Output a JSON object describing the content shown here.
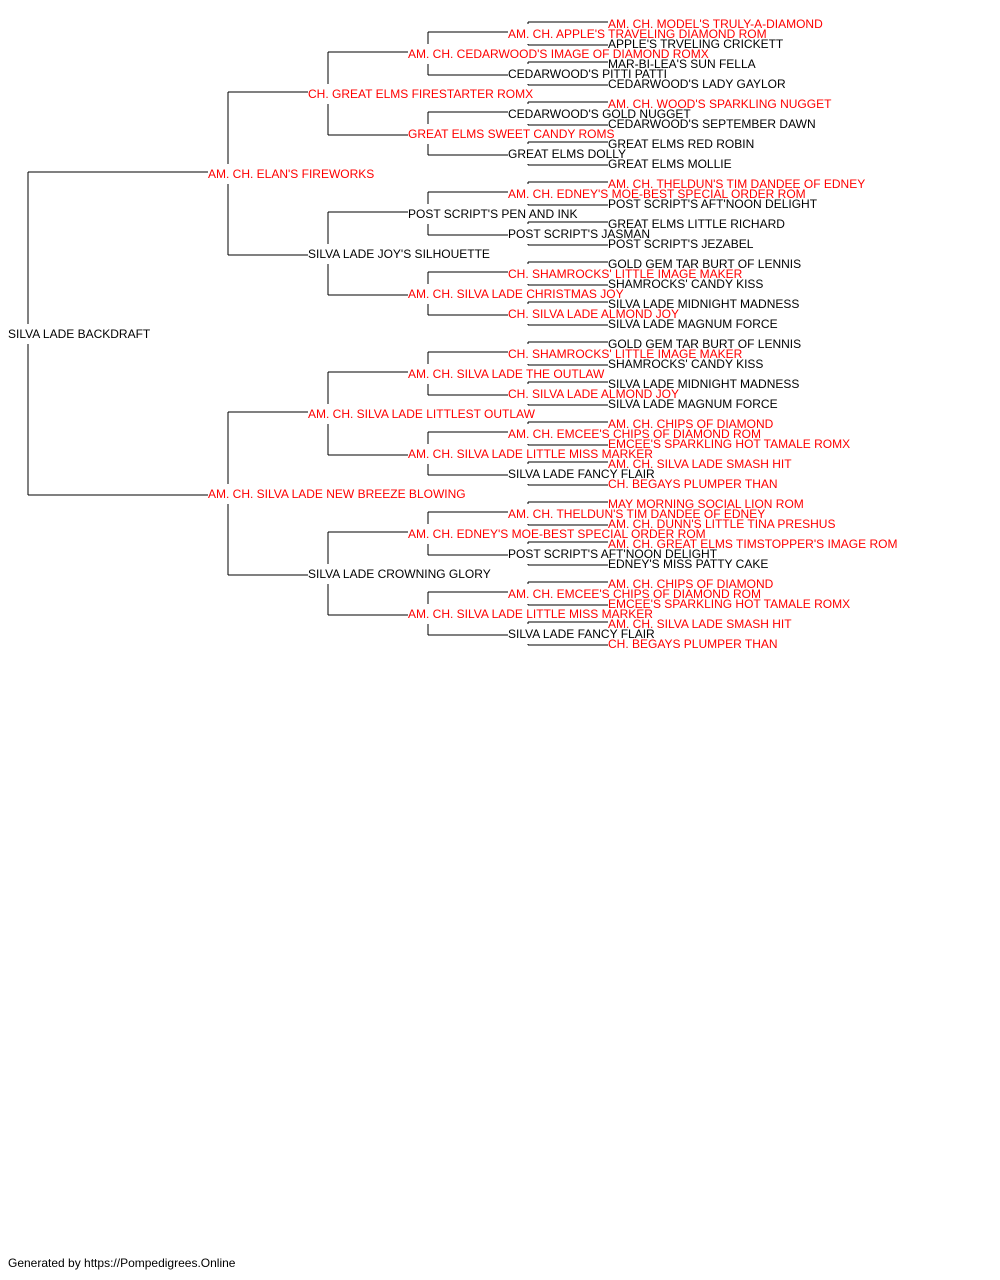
{
  "colors": {
    "champion": "#ff0000",
    "normal": "#000000",
    "line": "#000000"
  },
  "pedigree": {
    "name": "SILVA LADE BACKDRAFT",
    "champion": false,
    "sire": {
      "name": "AM. CH. ELAN'S FIREWORKS",
      "champion": true,
      "sire": {
        "name": "CH. GREAT ELMS FIRESTARTER ROMX",
        "champion": true,
        "sire": {
          "name": "AM. CH. CEDARWOOD'S IMAGE OF DIAMOND ROMX",
          "champion": true,
          "sire": {
            "name": "AM. CH. APPLE'S TRAVELING DIAMOND ROM",
            "champion": true,
            "sire": {
              "name": "AM. CH. MODEL'S TRULY-A-DIAMOND",
              "champion": true
            },
            "dam": {
              "name": "APPLE'S TRVELING CRICKETT",
              "champion": false
            }
          },
          "dam": {
            "name": "CEDARWOOD'S PITTI PATTI",
            "champion": false,
            "sire": {
              "name": "MAR-BI-LEA'S SUN FELLA",
              "champion": false
            },
            "dam": {
              "name": "CEDARWOOD'S LADY GAYLOR",
              "champion": false
            }
          }
        },
        "dam": {
          "name": "GREAT ELMS SWEET CANDY ROMS",
          "champion": true,
          "sire": {
            "name": "CEDARWOOD'S GOLD NUGGET",
            "champion": false,
            "sire": {
              "name": "AM. CH. WOOD'S SPARKLING NUGGET",
              "champion": true
            },
            "dam": {
              "name": "CEDARWOOD'S SEPTEMBER DAWN",
              "champion": false
            }
          },
          "dam": {
            "name": "GREAT ELMS DOLLY",
            "champion": false,
            "sire": {
              "name": "GREAT ELMS RED ROBIN",
              "champion": false
            },
            "dam": {
              "name": "GREAT ELMS MOLLIE",
              "champion": false
            }
          }
        }
      },
      "dam": {
        "name": "SILVA LADE JOY'S SILHOUETTE",
        "champion": false,
        "sire": {
          "name": "POST SCRIPT'S PEN AND INK",
          "champion": false,
          "sire": {
            "name": "AM. CH. EDNEY'S MOE-BEST SPECIAL ORDER ROM",
            "champion": true,
            "sire": {
              "name": "AM. CH. THELDUN'S TIM DANDEE OF EDNEY",
              "champion": true
            },
            "dam": {
              "name": "POST SCRIPT'S AFT'NOON DELIGHT",
              "champion": false
            }
          },
          "dam": {
            "name": "POST SCRIPT'S JASMAN",
            "champion": false,
            "sire": {
              "name": "GREAT ELMS LITTLE RICHARD",
              "champion": false
            },
            "dam": {
              "name": "POST SCRIPT'S JEZABEL",
              "champion": false
            }
          }
        },
        "dam": {
          "name": "AM. CH. SILVA LADE CHRISTMAS JOY",
          "champion": true,
          "sire": {
            "name": "CH. SHAMROCKS' LITTLE IMAGE MAKER",
            "champion": true,
            "sire": {
              "name": "GOLD GEM TAR BURT OF LENNIS",
              "champion": false
            },
            "dam": {
              "name": "SHAMROCKS' CANDY KISS",
              "champion": false
            }
          },
          "dam": {
            "name": "CH. SILVA LADE ALMOND JOY",
            "champion": true,
            "sire": {
              "name": "SILVA LADE MIDNIGHT MADNESS",
              "champion": false
            },
            "dam": {
              "name": "SILVA LADE MAGNUM FORCE",
              "champion": false
            }
          }
        }
      }
    },
    "dam": {
      "name": "AM. CH. SILVA LADE NEW BREEZE BLOWING",
      "champion": true,
      "sire": {
        "name": "AM. CH. SILVA LADE LITTLEST OUTLAW",
        "champion": true,
        "sire": {
          "name": "AM. CH. SILVA LADE THE OUTLAW",
          "champion": true,
          "sire": {
            "name": "CH. SHAMROCKS' LITTLE IMAGE MAKER",
            "champion": true,
            "sire": {
              "name": "GOLD GEM TAR BURT OF LENNIS",
              "champion": false
            },
            "dam": {
              "name": "SHAMROCKS' CANDY KISS",
              "champion": false
            }
          },
          "dam": {
            "name": "CH. SILVA LADE ALMOND JOY",
            "champion": true,
            "sire": {
              "name": "SILVA LADE MIDNIGHT MADNESS",
              "champion": false
            },
            "dam": {
              "name": "SILVA LADE MAGNUM FORCE",
              "champion": false
            }
          }
        },
        "dam": {
          "name": "AM. CH. SILVA LADE LITTLE MISS MARKER",
          "champion": true,
          "sire": {
            "name": "AM. CH. EMCEE'S CHIPS OF DIAMOND ROM",
            "champion": true,
            "sire": {
              "name": "AM. CH. CHIPS OF DIAMOND",
              "champion": true
            },
            "dam": {
              "name": "EMCEE'S SPARKLING HOT TAMALE ROMX",
              "champion": true
            }
          },
          "dam": {
            "name": "SILVA LADE FANCY FLAIR",
            "champion": false,
            "sire": {
              "name": "AM. CH. SILVA LADE SMASH HIT",
              "champion": true
            },
            "dam": {
              "name": "CH. BEGAYS PLUMPER THAN",
              "champion": true
            }
          }
        }
      },
      "dam": {
        "name": "SILVA LADE CROWNING GLORY",
        "champion": false,
        "sire": {
          "name": "AM. CH. EDNEY'S MOE-BEST SPECIAL ORDER ROM",
          "champion": true,
          "sire": {
            "name": "AM. CH. THELDUN'S TIM DANDEE OF EDNEY",
            "champion": true,
            "sire": {
              "name": "MAY MORNING SOCIAL LION ROM",
              "champion": true
            },
            "dam": {
              "name": "AM. CH. DUNN'S LITTLE TINA PRESHUS",
              "champion": true
            }
          },
          "dam": {
            "name": "POST SCRIPT'S AFT'NOON DELIGHT",
            "champion": false,
            "sire": {
              "name": "AM. CH. GREAT ELMS TIMSTOPPER'S IMAGE ROM",
              "champion": true
            },
            "dam": {
              "name": "EDNEY'S MISS PATTY CAKE",
              "champion": false
            }
          }
        },
        "dam": {
          "name": "AM. CH. SILVA LADE LITTLE MISS MARKER",
          "champion": true,
          "sire": {
            "name": "AM. CH. EMCEE'S CHIPS OF DIAMOND ROM",
            "champion": true,
            "sire": {
              "name": "AM. CH. CHIPS OF DIAMOND",
              "champion": true
            },
            "dam": {
              "name": "EMCEE'S SPARKLING HOT TAMALE ROMX",
              "champion": true
            }
          },
          "dam": {
            "name": "SILVA LADE FANCY FLAIR",
            "champion": false,
            "sire": {
              "name": "AM. CH. SILVA LADE SMASH HIT",
              "champion": true
            },
            "dam": {
              "name": "CH. BEGAYS PLUMPER THAN",
              "champion": true
            }
          }
        }
      }
    }
  },
  "footer": "Generated by https://Pompedigrees.Online"
}
